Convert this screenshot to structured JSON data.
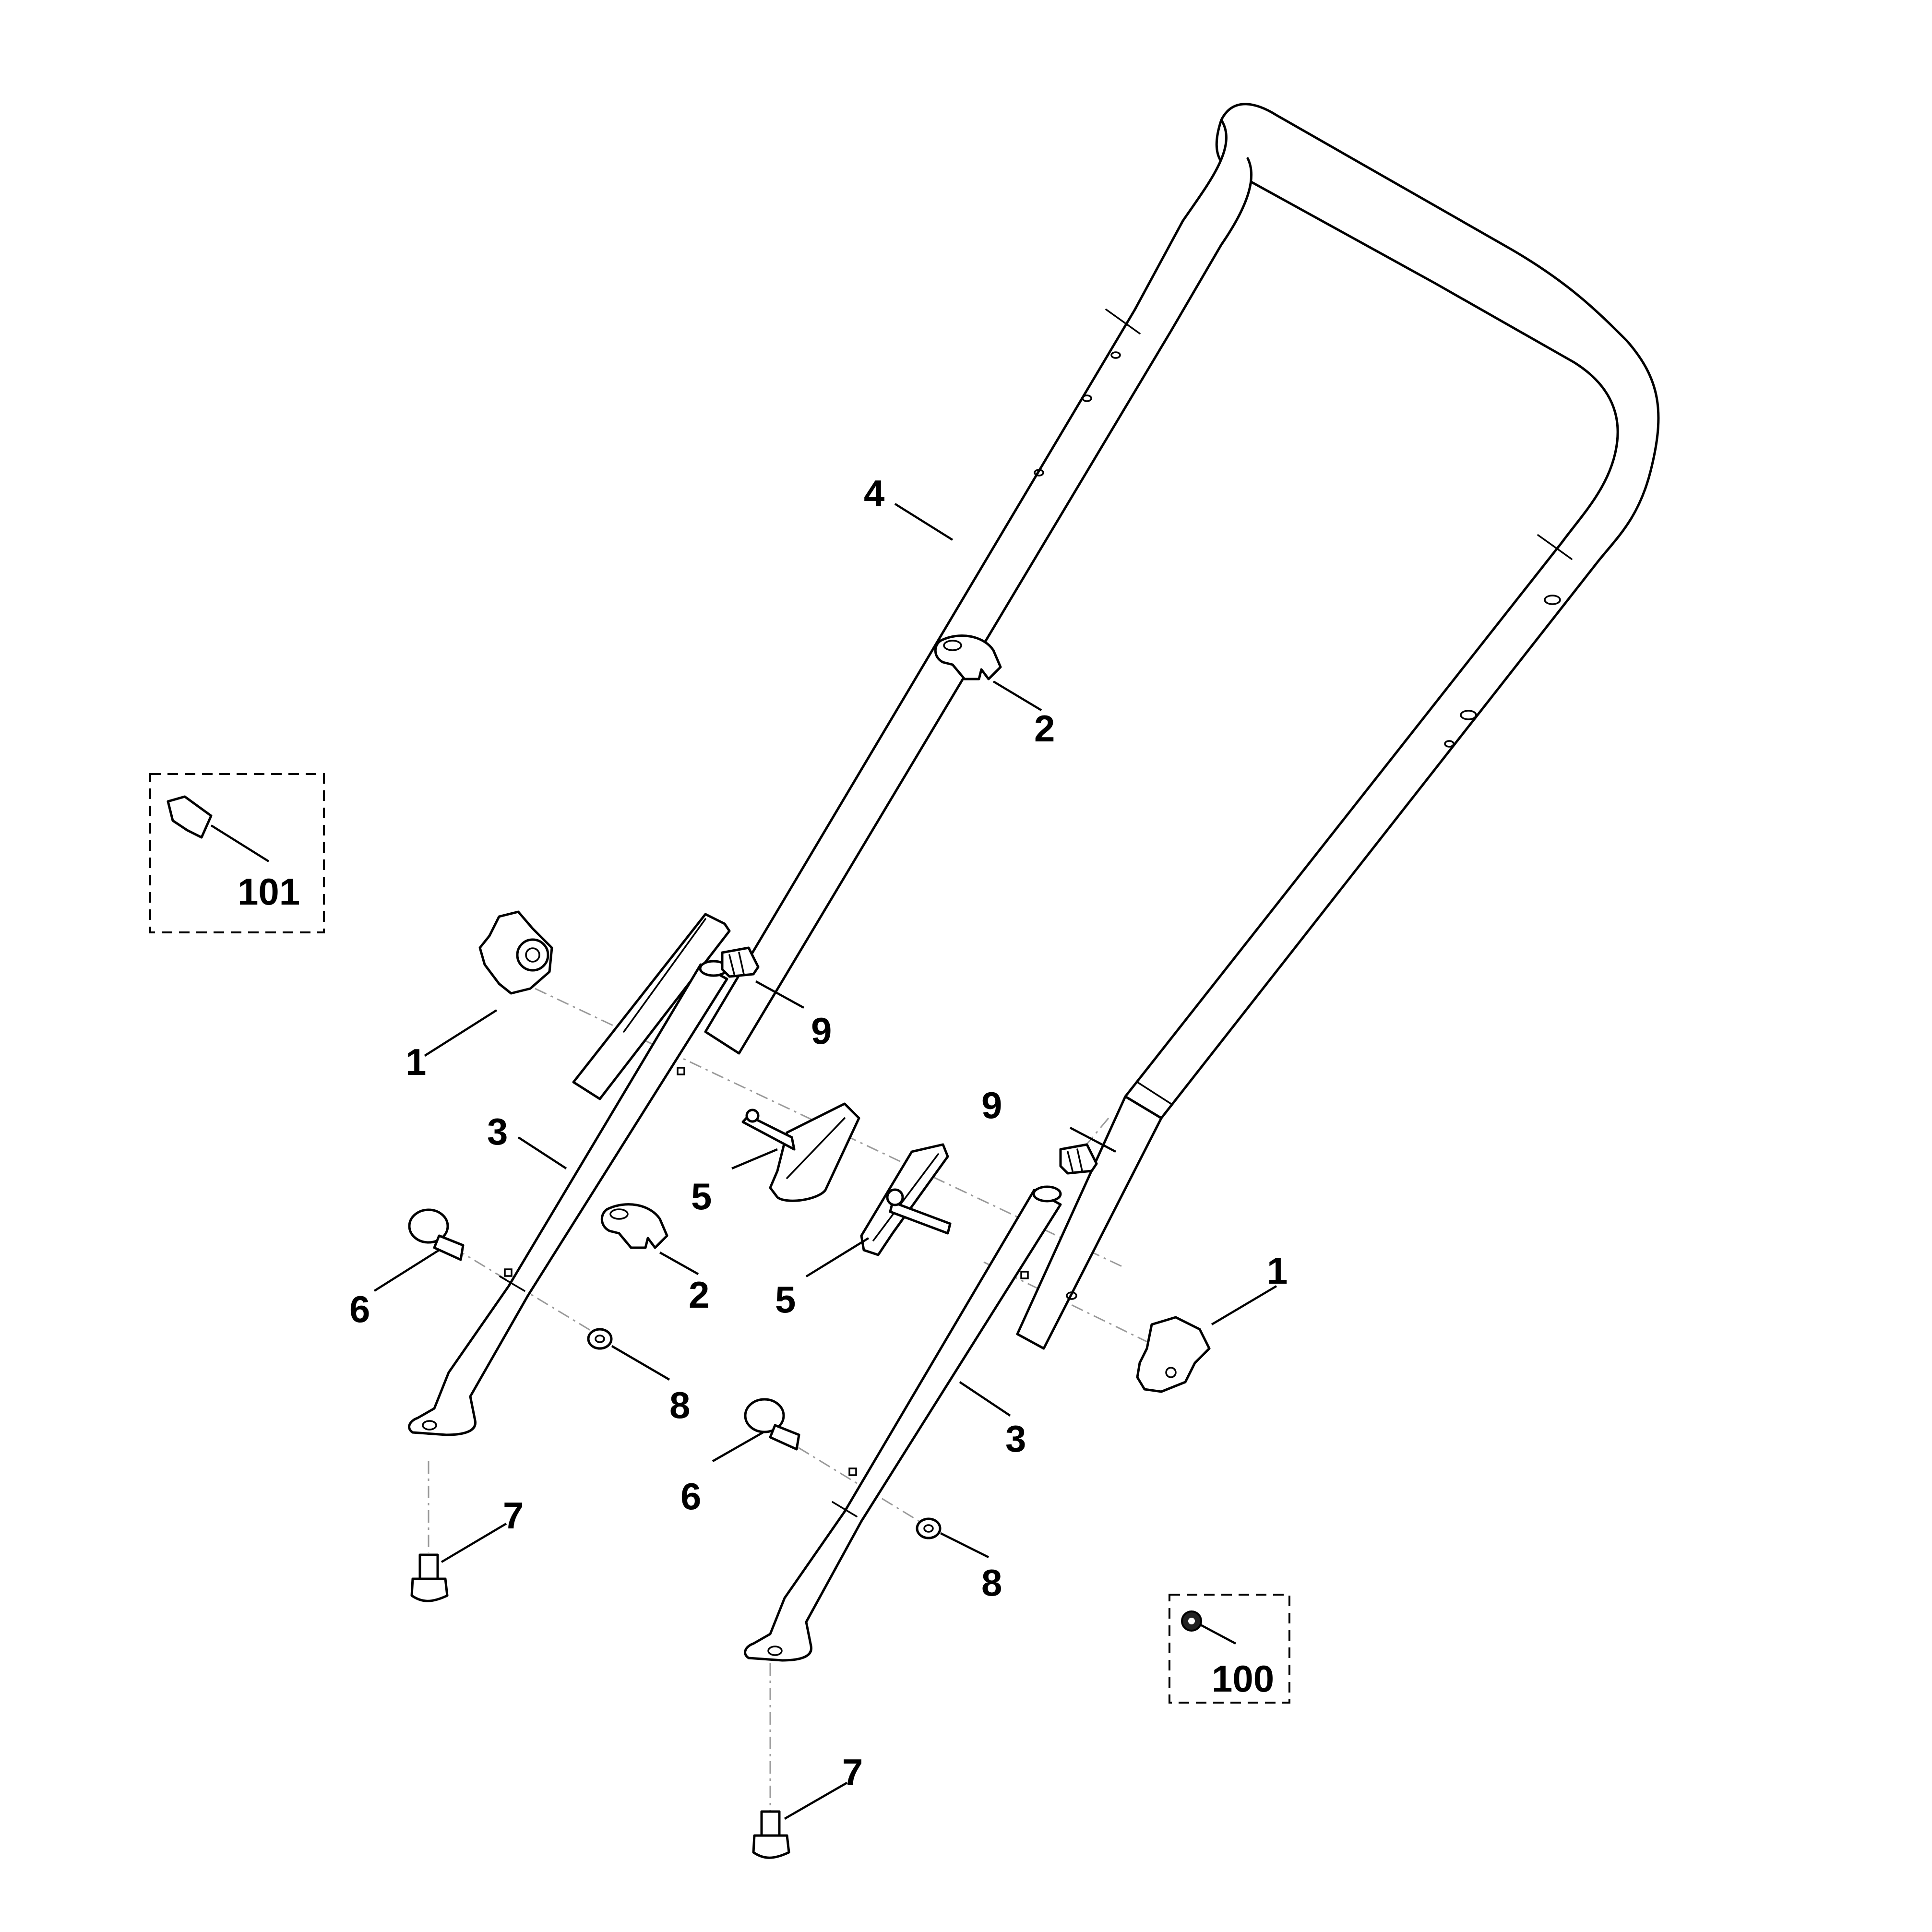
{
  "diagram": {
    "callouts": {
      "knob_left": "1",
      "knob_right": "1",
      "clamp_upper": "2",
      "clamp_lower": "2",
      "lower_tube_left": "3",
      "lower_tube_right": "3",
      "upper_handle": "4",
      "lever_left": "5",
      "lever_right": "5",
      "bolt_left": "6",
      "bolt_right": "6",
      "screw_left": "7",
      "screw_right": "7",
      "washer_left": "8",
      "washer_right": "8",
      "spring_left": "9",
      "spring_right": "9",
      "optional_nut": "100",
      "optional_clip": "101"
    }
  }
}
